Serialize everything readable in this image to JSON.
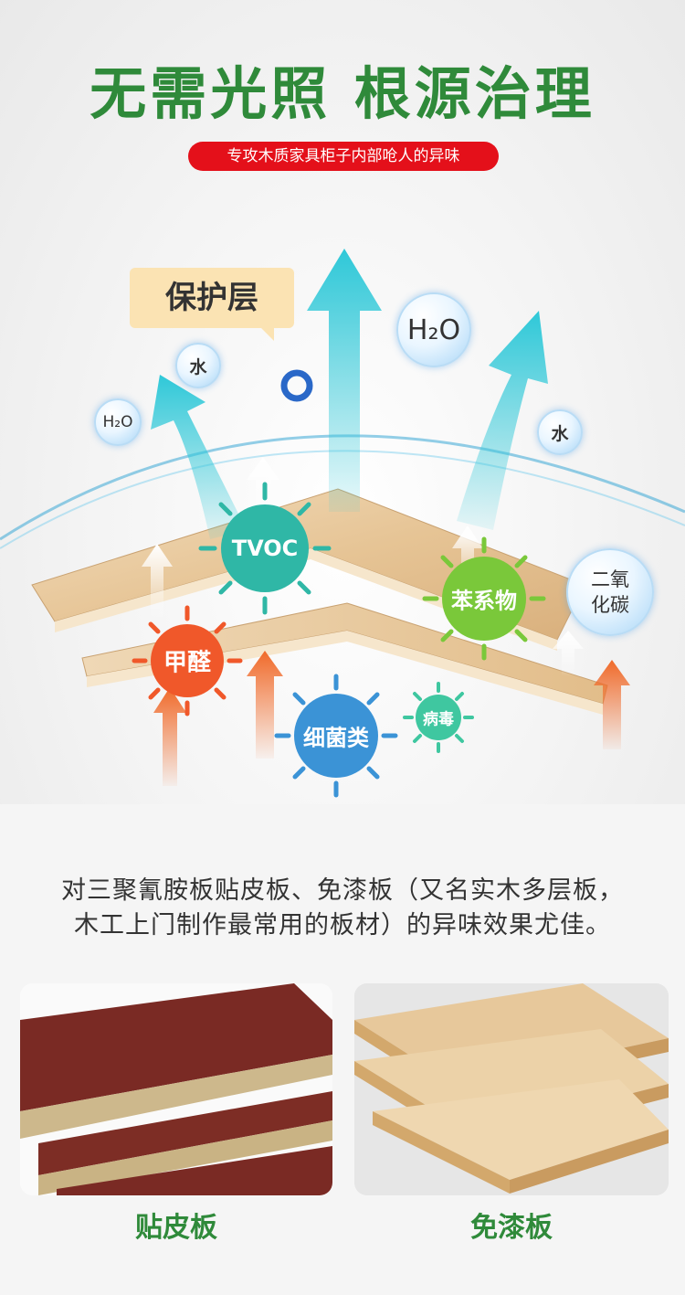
{
  "header": {
    "title": "无需光照  根源治理",
    "tagline": "专攻木质家具柜子内部呛人的异味"
  },
  "diagram": {
    "protect_label": "保护层",
    "bubbles": {
      "h2o_small": "H₂O",
      "h2o_large": "H₂O",
      "water_left": "水",
      "water_right": "水",
      "co2": "二氧\n化碳"
    },
    "pollutants": {
      "tvoc": "TVOC",
      "formaldehyde": "甲醛",
      "benzene": "苯系物",
      "bacteria": "细菌类",
      "virus": "病毒"
    },
    "colors": {
      "up_arrow": "#2ec8d8",
      "heat_arrow": "#f06a2a",
      "tvoc": "#2fb7a6",
      "formaldehyde": "#f0582a",
      "benzene": "#7ac83a",
      "bacteria": "#3b93d6",
      "virus": "#3fc7a0"
    }
  },
  "description": {
    "line1": "对三聚氰胺板贴皮板、免漆板（又名实木多层板，",
    "line2": "木工上门制作最常用的板材）的异味效果尤佳。"
  },
  "boards": [
    {
      "label": "贴皮板"
    },
    {
      "label": "免漆板"
    }
  ]
}
